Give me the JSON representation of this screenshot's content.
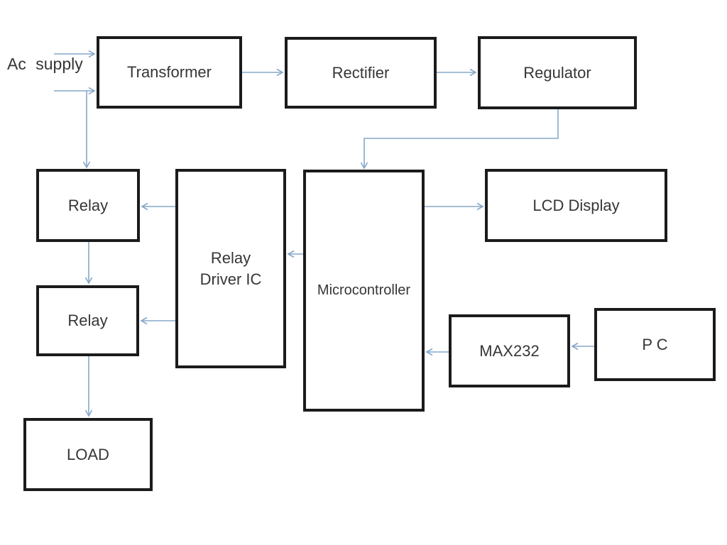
{
  "diagram_type": "block-diagram",
  "ac_supply": {
    "label": "Ac supply"
  },
  "nodes": {
    "transformer": {
      "label": "Transformer"
    },
    "rectifier": {
      "label": "Rectifier"
    },
    "regulator": {
      "label": "Regulator"
    },
    "relay_top": {
      "label": "Relay"
    },
    "relay_driver_ic": {
      "label": "Relay Driver IC",
      "lines": [
        "Relay",
        "Driver IC"
      ]
    },
    "microcontroller": {
      "label": "Microcontroller"
    },
    "lcd_display": {
      "label": "LCD Display"
    },
    "relay_bottom": {
      "label": "Relay"
    },
    "load": {
      "label": "LOAD"
    },
    "max232": {
      "label": "MAX232"
    },
    "pc": {
      "label": "P C"
    }
  },
  "connections": [
    {
      "from": "ac_supply",
      "to": "transformer"
    },
    {
      "from": "ac_supply",
      "to": "transformer",
      "note": "second input line"
    },
    {
      "from": "ac_supply",
      "to": "relay_top"
    },
    {
      "from": "transformer",
      "to": "rectifier"
    },
    {
      "from": "rectifier",
      "to": "regulator"
    },
    {
      "from": "regulator",
      "to": "microcontroller"
    },
    {
      "from": "microcontroller",
      "to": "lcd_display"
    },
    {
      "from": "microcontroller",
      "to": "relay_driver_ic"
    },
    {
      "from": "relay_driver_ic",
      "to": "relay_top"
    },
    {
      "from": "relay_driver_ic",
      "to": "relay_bottom"
    },
    {
      "from": "relay_top",
      "to": "relay_bottom"
    },
    {
      "from": "relay_bottom",
      "to": "load"
    },
    {
      "from": "max232",
      "to": "microcontroller"
    },
    {
      "from": "pc",
      "to": "max232"
    }
  ],
  "colors": {
    "background": "#ffffff",
    "box_border": "#1b1b1b",
    "box_fill": "#ffffff",
    "arrow": "#86a8c8",
    "text": "#363636"
  }
}
